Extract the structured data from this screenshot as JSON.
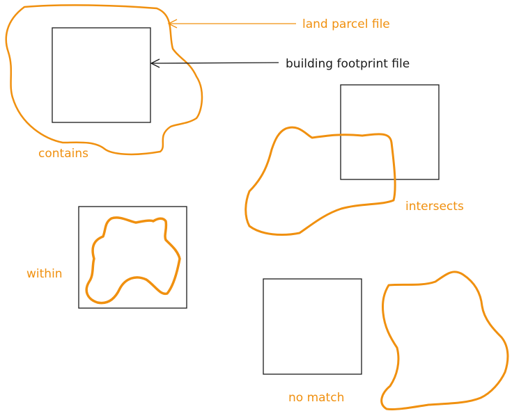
{
  "colors": {
    "orange": "#f0900f",
    "black": "#1a1a1a",
    "background": "#ffffff"
  },
  "legend": {
    "parcel_label": "land parcel file",
    "building_label": "building footprint file"
  },
  "cases": {
    "contains": "contains",
    "intersects": "intersects",
    "within": "within",
    "no_match": "no match"
  }
}
